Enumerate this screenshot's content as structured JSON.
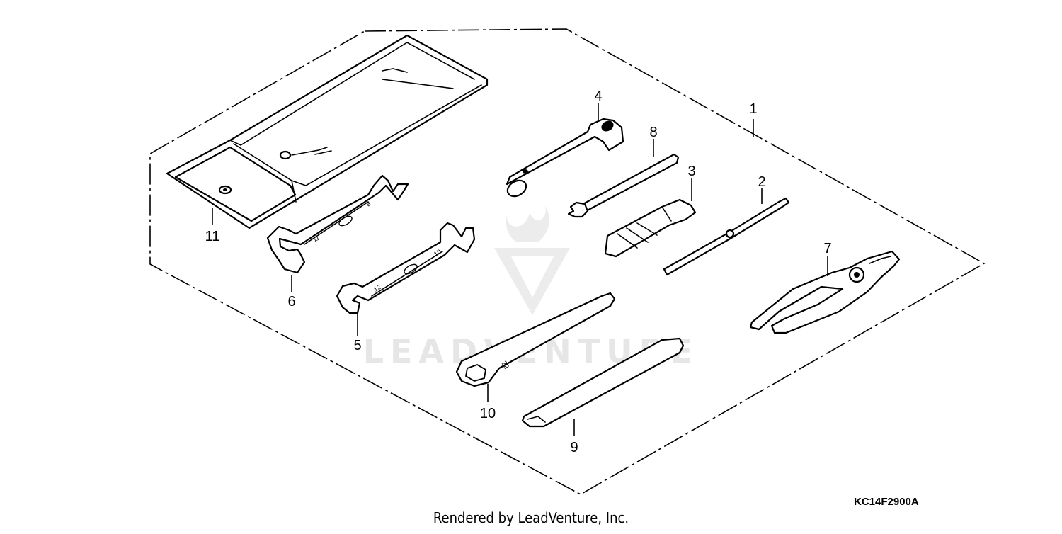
{
  "diagram": {
    "code": "KC14F2900A",
    "footer": "Rendered by LeadVenture, Inc.",
    "watermark": "LEADVENTURE",
    "callouts": [
      {
        "id": "callout-1",
        "label": "1"
      },
      {
        "id": "callout-2",
        "label": "2"
      },
      {
        "id": "callout-3",
        "label": "3"
      },
      {
        "id": "callout-4",
        "label": "4"
      },
      {
        "id": "callout-5",
        "label": "5"
      },
      {
        "id": "callout-6",
        "label": "6"
      },
      {
        "id": "callout-7",
        "label": "7"
      },
      {
        "id": "callout-8",
        "label": "8"
      },
      {
        "id": "callout-9",
        "label": "9"
      },
      {
        "id": "callout-10",
        "label": "10"
      },
      {
        "id": "callout-11",
        "label": "11"
      }
    ],
    "stamped_text": {
      "wrench_6": "11 ... 8",
      "wrench_5": "12 ... 10",
      "wrench_10": "22"
    }
  }
}
